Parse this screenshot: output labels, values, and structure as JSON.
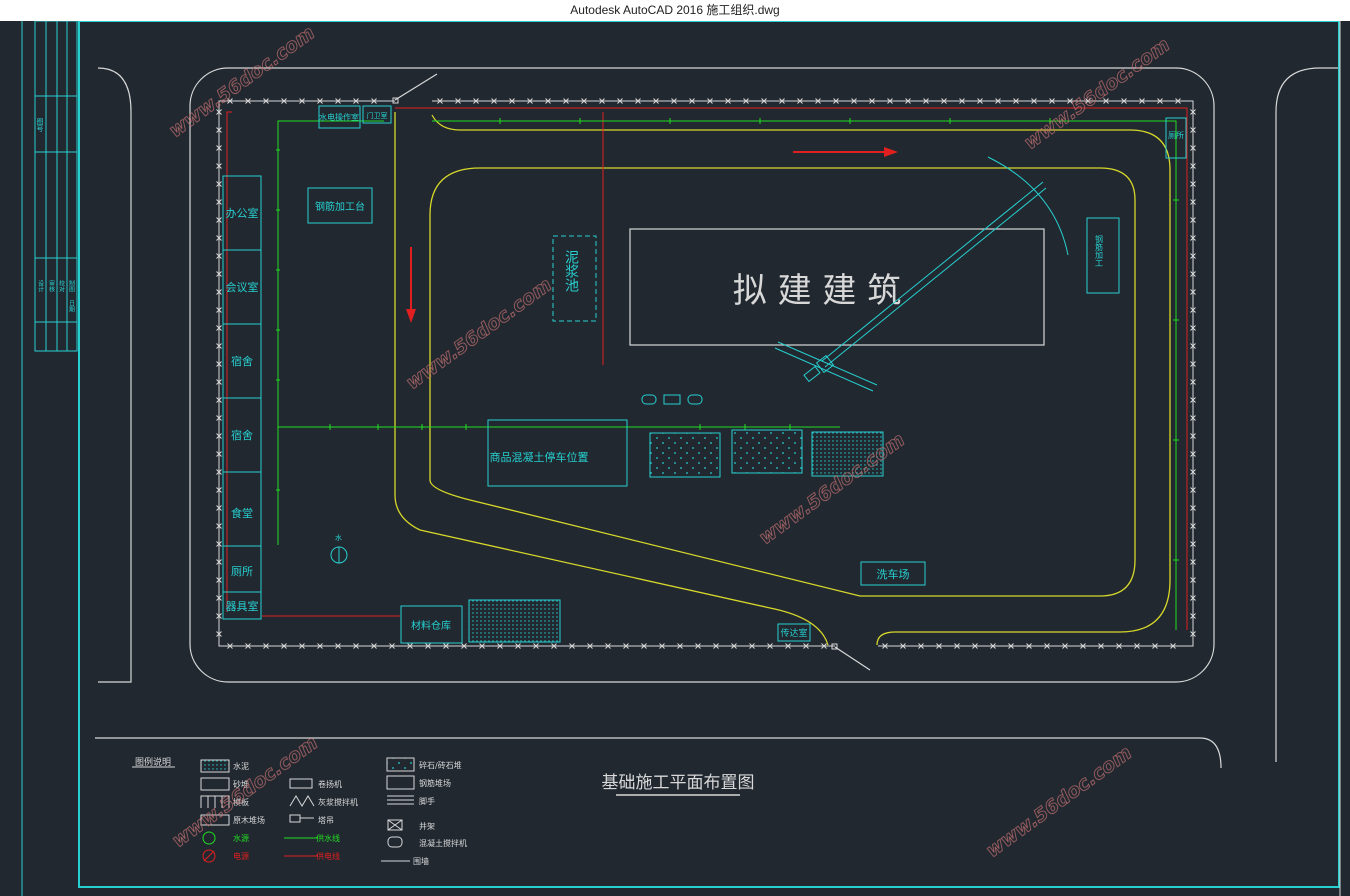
{
  "window": {
    "title": "Autodesk AutoCAD 2016     施工组织.dwg"
  },
  "sheet": {
    "title": "基础施工平面布置图"
  },
  "site": {
    "building": "拟 建 建 筑",
    "left_rooms": [
      "办公室",
      "会议室",
      "宿舍",
      "宿舍",
      "食堂",
      "厕所",
      "器具室"
    ],
    "top_left_shed": "水电操作室",
    "top_guard": "门卫室",
    "top_right_toilet": "厕所",
    "rebar_bench": "钢筋加工台",
    "mud_pit": "泥浆池",
    "rebar_shed": "钢筋加工",
    "concrete_truck": "商品混凝土停车位置",
    "car_wash": "洗车场",
    "material_store": "材料仓库",
    "gate_room": "传达室",
    "water_source_mark": "水"
  },
  "legend": {
    "title": "图例说明",
    "col1": [
      "水泥",
      "砂堆",
      "模板",
      "原木堆场",
      "水源",
      "电源"
    ],
    "col2": [
      "卷扬机",
      "灰浆搅拌机",
      "塔吊",
      "供水线",
      "供电线"
    ],
    "col3": [
      "碎石/砖石堆",
      "钢筋堆场",
      "脚手",
      "井架",
      "混凝土搅拌机",
      "围墙"
    ]
  },
  "title_block": {
    "labels": [
      "设计",
      "审核",
      "校对",
      "制图",
      "日期"
    ],
    "side": "图号"
  },
  "watermark": "www.56doc.com",
  "colors": {
    "background": "#212830",
    "cyan": "#27d0d0",
    "white": "#d8d8d8",
    "yellow": "#d7d72a",
    "green": "#22dd22",
    "red": "#e02020"
  }
}
